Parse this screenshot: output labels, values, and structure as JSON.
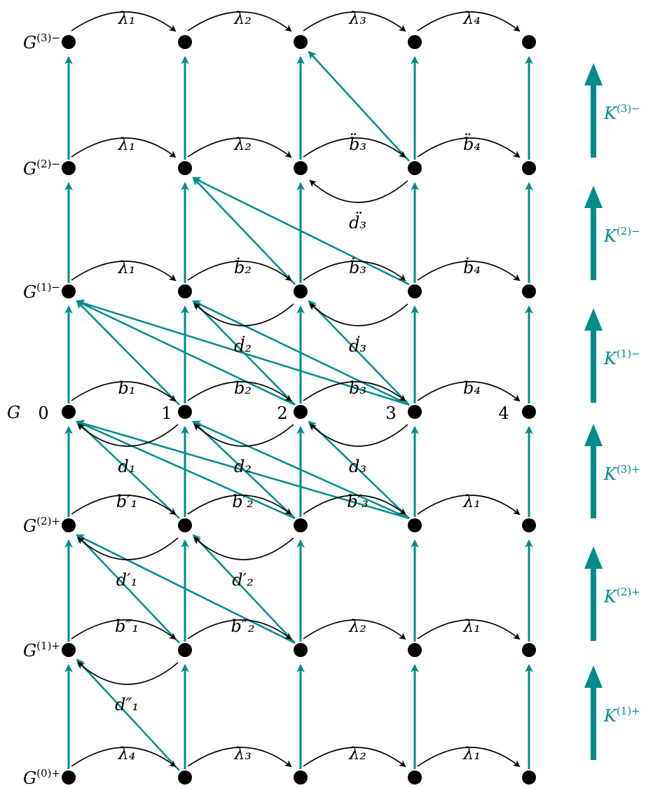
{
  "colors": {
    "teal": "#008b8b",
    "black": "#000000"
  },
  "row_labels": [
    {
      "base": "G",
      "sup": "(3)",
      "sign": "−"
    },
    {
      "base": "G",
      "sup": "(2)",
      "sign": "−"
    },
    {
      "base": "G",
      "sup": "(1)",
      "sign": "−"
    },
    {
      "base": "G",
      "sup": "",
      "sign": ""
    },
    {
      "base": "G",
      "sup": "(2)",
      "sign": "+"
    },
    {
      "base": "G",
      "sup": "(1)",
      "sign": "+"
    },
    {
      "base": "G",
      "sup": "(0)",
      "sign": "+"
    }
  ],
  "column_numbers": [
    "0",
    "1",
    "2",
    "3",
    "4"
  ],
  "horizontal_labels": [
    [
      "λ₁",
      "λ₂",
      "λ₃",
      "λ₄"
    ],
    [
      "λ₁",
      "λ₂",
      "b̈₃",
      "b̈₄"
    ],
    [
      "λ₁",
      "ḃ₂",
      "ḃ₃",
      "ḃ₄"
    ],
    [
      "b₁",
      "b₂",
      "b₃",
      "b₄"
    ],
    [
      "b′₁",
      "b′₂",
      "b′₃",
      "λ₁"
    ],
    [
      "b″₁",
      "b″₂",
      "λ₂",
      "λ₁"
    ],
    [
      "λ₄",
      "λ₃",
      "λ₂",
      "λ₁"
    ]
  ],
  "backward_labels": [
    {
      "text": "d̈₃"
    },
    {
      "text": "ḋ₂"
    },
    {
      "text": "ḋ₃"
    },
    {
      "text": "d₁"
    },
    {
      "text": "d₂"
    },
    {
      "text": "d₃"
    },
    {
      "text": "d′₁"
    },
    {
      "text": "d′₂"
    },
    {
      "text": "d″₁"
    }
  ],
  "k_labels": [
    {
      "base": "K",
      "sup": "(3)",
      "sign": "−"
    },
    {
      "base": "K",
      "sup": "(2)",
      "sign": "−"
    },
    {
      "base": "K",
      "sup": "(1)",
      "sign": "−"
    },
    {
      "base": "K",
      "sup": "(3)",
      "sign": "+"
    },
    {
      "base": "K",
      "sup": "(2)",
      "sign": "+"
    },
    {
      "base": "K",
      "sup": "(1)",
      "sign": "+"
    }
  ]
}
